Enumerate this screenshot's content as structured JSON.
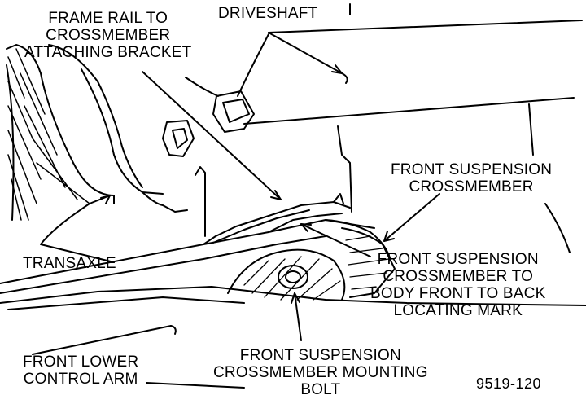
{
  "labels": {
    "frame_rail_bracket": [
      "FRAME RAIL TO",
      "CROSSMEMBER",
      "ATTACHING BRACKET"
    ],
    "driveshaft": "DRIVESHAFT",
    "front_suspension_crossmember": [
      "FRONT SUSPENSION",
      "CROSSMEMBER"
    ],
    "transaxle": "TRANSAXLE",
    "locating_mark": [
      "FRONT SUSPENSION",
      "CROSSMEMBER TO",
      "BODY FRONT TO BACK",
      "LOCATING MARK"
    ],
    "front_lower_control_arm": [
      "FRONT LOWER",
      "CONTROL ARM"
    ],
    "mounting_bolt": [
      "FRONT SUSPENSION",
      "CROSSMEMBER MOUNTING",
      "BOLT"
    ]
  },
  "figure_number": "9519-120",
  "colors": {
    "ink": "#000000",
    "background": "#ffffff"
  }
}
